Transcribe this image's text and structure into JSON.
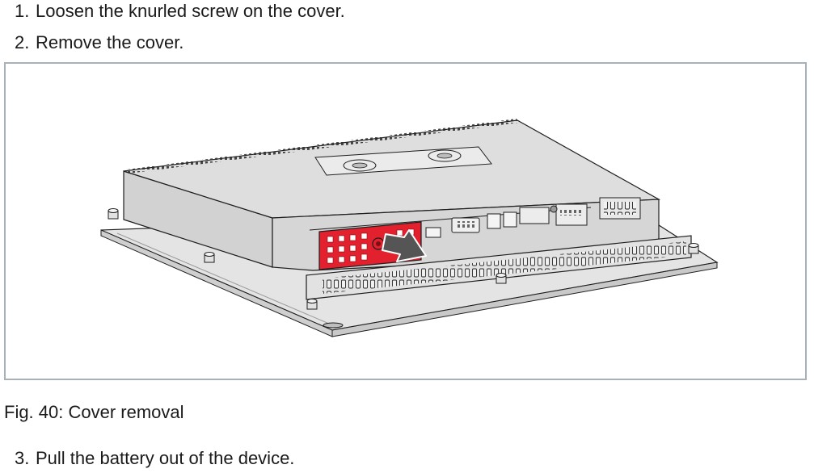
{
  "steps": [
    {
      "number": "1.",
      "text": "Loosen the knurled screw on the cover."
    },
    {
      "number": "2.",
      "text": "Remove the cover."
    },
    {
      "number": "3.",
      "text": "Pull the battery out of the device."
    }
  ],
  "figure": {
    "caption": "Fig. 40: Cover removal",
    "colors": {
      "cover": "#e3202e",
      "arrow": "#555555",
      "housing": "#dcdcdc",
      "outline": "#1e1e1e"
    }
  }
}
